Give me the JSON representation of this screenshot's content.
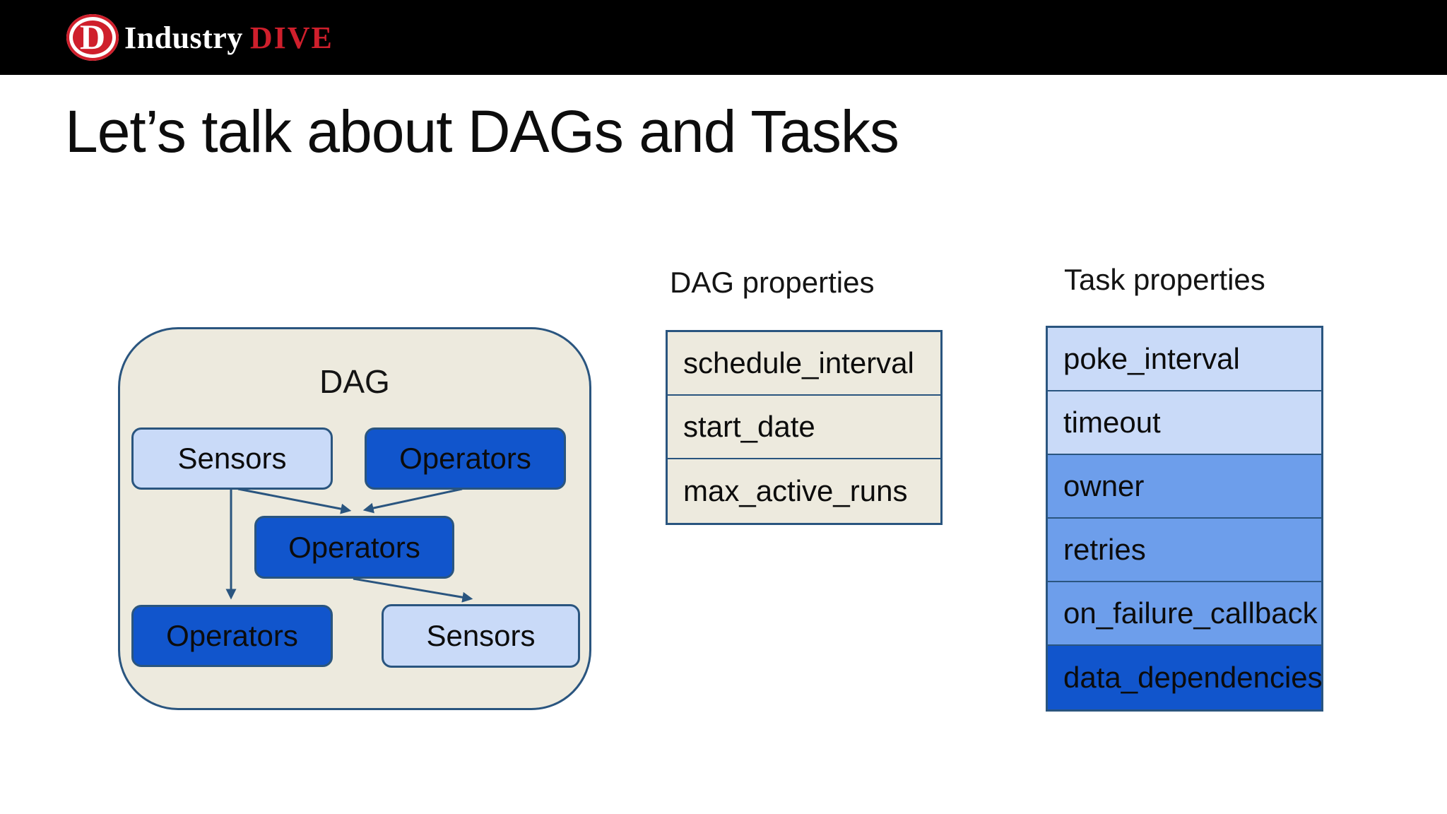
{
  "header": {
    "logo": {
      "monogram": "D",
      "brand_primary": "Industry",
      "brand_secondary": "DIVE"
    }
  },
  "slide": {
    "title": "Let’s talk about DAGs and Tasks"
  },
  "diagram": {
    "label": "DAG",
    "nodes": {
      "sensors_top": "Sensors",
      "operators_top": "Operators",
      "operators_mid": "Operators",
      "operators_bottom": "Operators",
      "sensors_bottom": "Sensors"
    }
  },
  "dag_properties": {
    "title": "DAG properties",
    "rows": [
      "schedule_interval",
      "start_date",
      "max_active_runs"
    ]
  },
  "task_properties": {
    "title": "Task properties",
    "rows": [
      "poke_interval",
      "timeout",
      "owner",
      "retries",
      "on_failure_callback",
      "data_dependencies"
    ]
  },
  "colors": {
    "header_bar": "#000000",
    "logo_red": "#cf1f2c",
    "container_beige": "#edeade",
    "light_blue": "#c9daf8",
    "medium_blue": "#6d9eeb",
    "dark_blue": "#1155cc",
    "stroke_blue": "#2a557f"
  }
}
